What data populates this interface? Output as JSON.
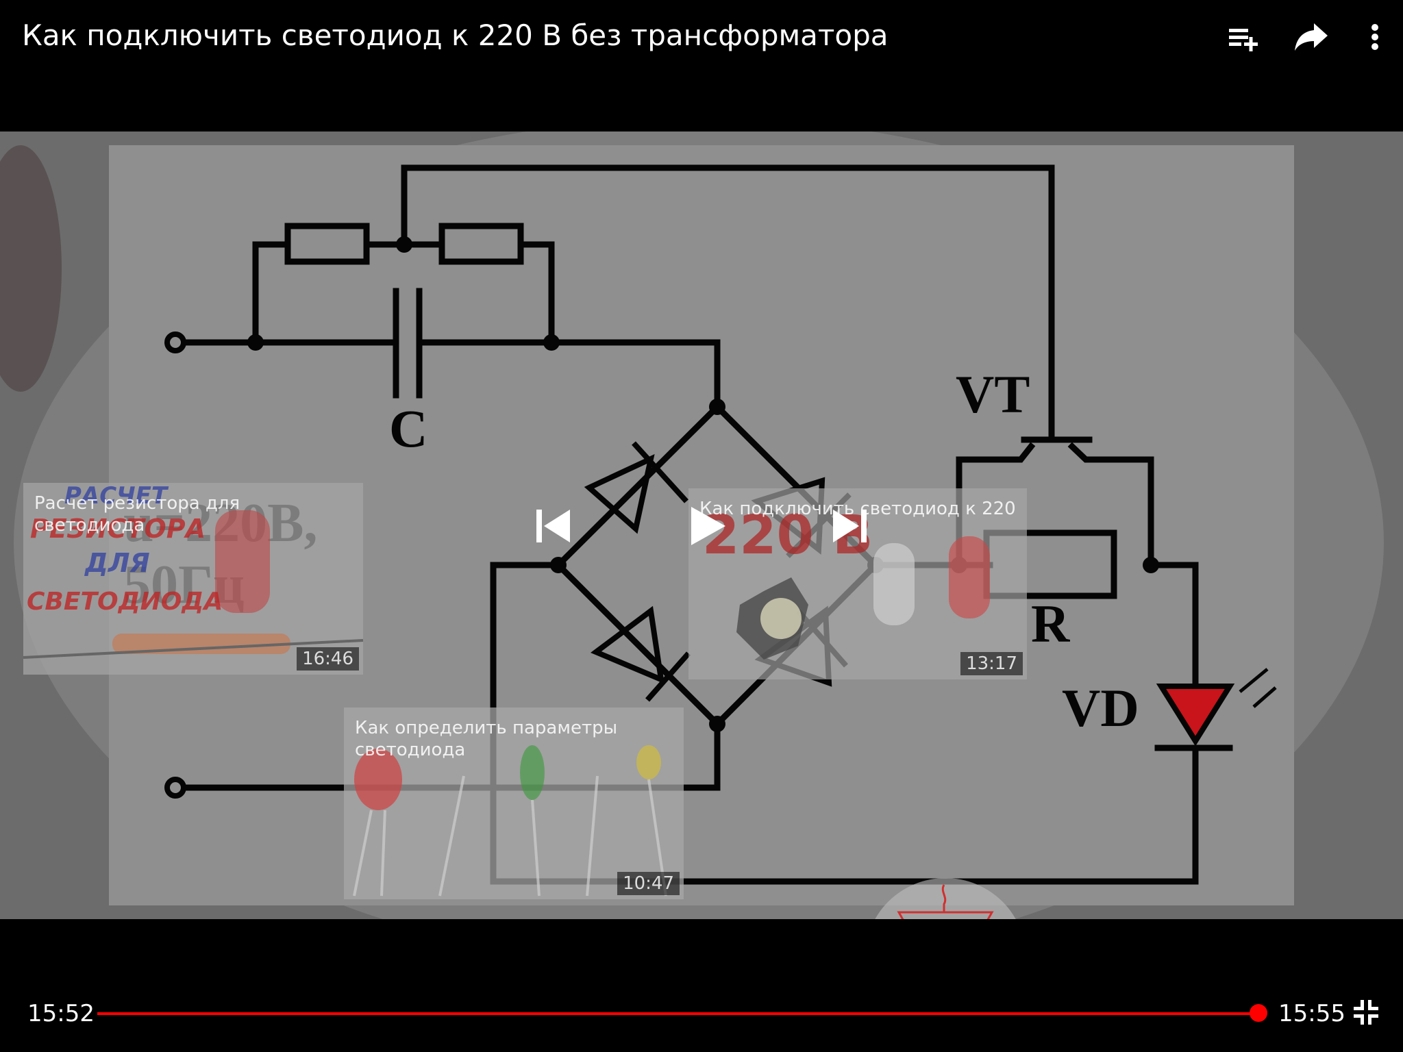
{
  "video": {
    "title": "Как подключить светодиод к 220 В без трансформатора",
    "current_time": "15:52",
    "duration": "15:55",
    "progress": 0.997
  },
  "colors": {
    "accent": "#ff0000",
    "overlay": "#8a8a8a",
    "led_red": "#c8141a"
  },
  "icons": {
    "add_to_queue": "playlist-add-icon",
    "share": "share-icon",
    "more": "more-vert-icon",
    "previous": "skip-previous-icon",
    "play": "play-icon",
    "next": "skip-next-icon",
    "exit_fullscreen": "fullscreen-exit-icon"
  },
  "schematic": {
    "label_c": "C",
    "label_vt": "VT",
    "label_r": "R",
    "label_vd": "VD",
    "voltage_line1": "u=220В,",
    "voltage_line2": "50Гц"
  },
  "endcards": [
    {
      "title": "Расчет резистора для светодиода",
      "duration": "16:46",
      "art": [
        "РАСЧЕТ",
        "РЕЗИСТОРА",
        "ДЛЯ",
        "СВЕТОДИОДА"
      ]
    },
    {
      "title": "Как подключить светодиод к 220",
      "duration": "13:17",
      "art": [
        "220 В"
      ]
    },
    {
      "title": "Как определить параметры светодиода",
      "duration": "10:47"
    }
  ]
}
